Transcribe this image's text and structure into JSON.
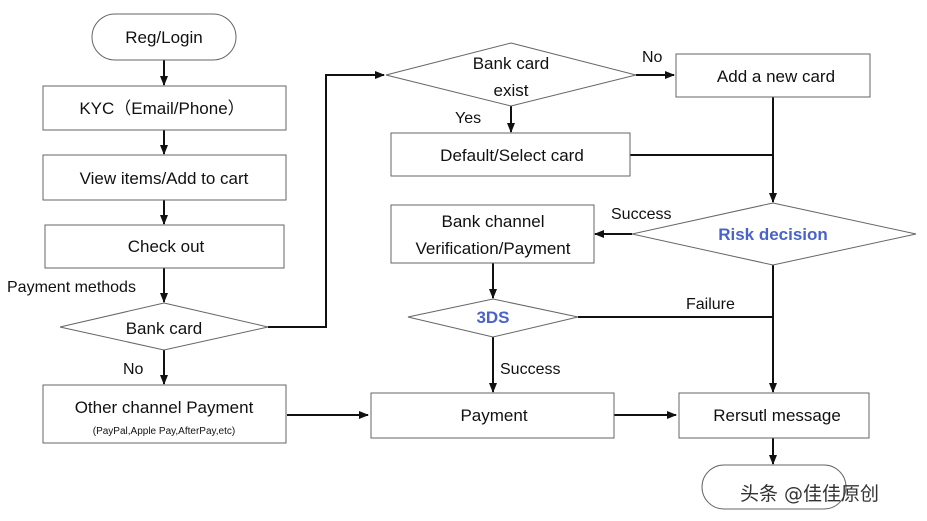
{
  "colors": {
    "accent": "#4a63c8",
    "stroke": "#666666",
    "edge": "#111111"
  },
  "nodes": {
    "reg_login": "Reg/Login",
    "kyc": "KYC（Email/Phone）",
    "view_items": "View items/Add  to cart",
    "check_out": "Check out",
    "bank_card_decision": "Bank card",
    "other_channel": "Other channel Payment",
    "other_channel_sub": "(PayPal,Apple Pay,AfterPay,etc)",
    "bank_card_exist_line1": "Bank card",
    "bank_card_exist_line2": "exist",
    "add_new_card": "Add a new card",
    "default_select_card": "Default/Select card",
    "bank_channel_line1": "Bank channel",
    "bank_channel_line2": "Verification/Payment",
    "risk_decision": "Risk decision",
    "three_ds": "3DS",
    "payment": "Payment",
    "result_message": "Rersutl message"
  },
  "edge_labels": {
    "payment_methods": "Payment methods",
    "no_other": "No",
    "no_add": "No",
    "yes_default": "Yes",
    "success_risk": "Success",
    "failure": "Failure",
    "success_3ds": "Success"
  },
  "watermark": "头条 @佳佳原创"
}
